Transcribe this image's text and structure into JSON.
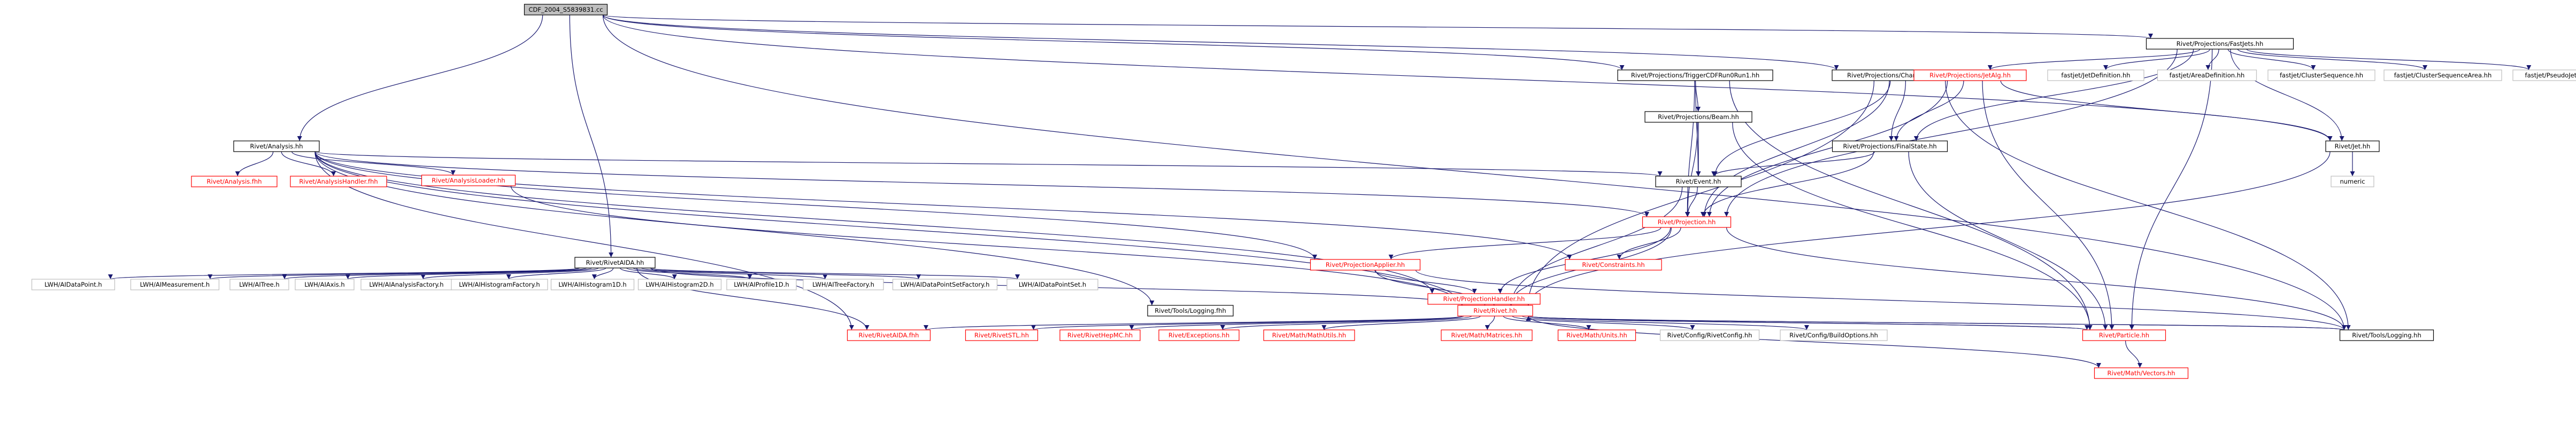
{
  "colors": {
    "edge": "#191970",
    "root_fill": "#bfbfbf",
    "root_border": "#000000",
    "documented_border": "#000000",
    "external_border": "#bfbfbf",
    "missing_border": "#ff0000",
    "missing_text": "#ff0000",
    "text": "#000000"
  },
  "nodes": [
    {
      "id": "root",
      "label": "CDF_2004_S5839831.cc",
      "kind": "root"
    },
    {
      "id": "fastjets",
      "label": "Rivet/Projections/FastJets.hh",
      "kind": "doc"
    },
    {
      "id": "aida",
      "label": "Rivet/RivetAIDA.hh",
      "kind": "doc"
    },
    {
      "id": "analysis",
      "label": "Rivet/Analysis.hh",
      "kind": "doc"
    },
    {
      "id": "trigger",
      "label": "Rivet/Projections/TriggerCDFRun0Run1.hh",
      "kind": "doc"
    },
    {
      "id": "chargedfs",
      "label": "Rivet/Projections/ChargedFinalState.hh",
      "kind": "doc"
    },
    {
      "id": "jetalg",
      "label": "Rivet/Projections/JetAlg.hh",
      "kind": "missing"
    },
    {
      "id": "jetdef",
      "label": "fastjet/JetDefinition.hh",
      "kind": "ext"
    },
    {
      "id": "areadef",
      "label": "fastjet/AreaDefinition.hh",
      "kind": "ext"
    },
    {
      "id": "clusterseq",
      "label": "fastjet/ClusterSequence.hh",
      "kind": "ext"
    },
    {
      "id": "clusterseqarea",
      "label": "fastjet/ClusterSequenceArea.hh",
      "kind": "ext"
    },
    {
      "id": "pseudojet",
      "label": "fastjet/PseudoJet.hh",
      "kind": "ext"
    },
    {
      "id": "beam",
      "label": "Rivet/Projections/Beam.hh",
      "kind": "doc"
    },
    {
      "id": "finalstate",
      "label": "Rivet/Projections/FinalState.hh",
      "kind": "doc"
    },
    {
      "id": "jet",
      "label": "Rivet/Jet.hh",
      "kind": "doc"
    },
    {
      "id": "numeric",
      "label": "numeric",
      "kind": "ext"
    },
    {
      "id": "analysisbase",
      "label": "Rivet/Analysis.fhh",
      "kind": "missing"
    },
    {
      "id": "analysishandler",
      "label": "Rivet/AnalysisHandler.fhh",
      "kind": "missing"
    },
    {
      "id": "event",
      "label": "Rivet/Event.hh",
      "kind": "doc"
    },
    {
      "id": "analysisloader",
      "label": "Rivet/AnalysisLoader.hh",
      "kind": "missing"
    },
    {
      "id": "projection",
      "label": "Rivet/Projection.hh",
      "kind": "missing"
    },
    {
      "id": "projapplier",
      "label": "Rivet/ProjectionApplier.hh",
      "kind": "missing"
    },
    {
      "id": "constraints",
      "label": "Rivet/Constraints.hh",
      "kind": "missing"
    },
    {
      "id": "projhandler",
      "label": "Rivet/ProjectionHandler.hh",
      "kind": "missing"
    },
    {
      "id": "toolslogfwd",
      "label": "Rivet/Tools/Logging.fhh",
      "kind": "doc"
    },
    {
      "id": "rivet",
      "label": "Rivet/Rivet.hh",
      "kind": "missing"
    },
    {
      "id": "aidapoint",
      "label": "LWH/AIDataPoint.h",
      "kind": "ext"
    },
    {
      "id": "aimeas",
      "label": "LWH/AIMeasurement.h",
      "kind": "ext"
    },
    {
      "id": "aitree",
      "label": "LWH/AITree.h",
      "kind": "ext"
    },
    {
      "id": "aiaxis",
      "label": "LWH/AIAxis.h",
      "kind": "ext"
    },
    {
      "id": "aianalysisfactory",
      "label": "LWH/AIAnalysisFactory.h",
      "kind": "ext"
    },
    {
      "id": "aihistfactory",
      "label": "LWH/AIHistogramFactory.h",
      "kind": "ext"
    },
    {
      "id": "aihist1d",
      "label": "LWH/AIHistogram1D.h",
      "kind": "ext"
    },
    {
      "id": "aihist2d",
      "label": "LWH/AIHistogram2D.h",
      "kind": "ext"
    },
    {
      "id": "aiprofile1d",
      "label": "LWH/AIProfile1D.h",
      "kind": "ext"
    },
    {
      "id": "aitreefactory",
      "label": "LWH/AITreeFactory.h",
      "kind": "ext"
    },
    {
      "id": "aidpsfactory",
      "label": "LWH/AIDataPointSetFactory.h",
      "kind": "ext"
    },
    {
      "id": "aidps",
      "label": "LWH/AIDataPointSet.h",
      "kind": "ext"
    },
    {
      "id": "rivetaidafhh",
      "label": "Rivet/RivetAIDA.fhh",
      "kind": "missing"
    },
    {
      "id": "rivetstl",
      "label": "Rivet/RivetSTL.hh",
      "kind": "missing"
    },
    {
      "id": "rivethepmc",
      "label": "Rivet/RivetHepMC.hh",
      "kind": "missing"
    },
    {
      "id": "exceptions",
      "label": "Rivet/Exceptions.hh",
      "kind": "missing"
    },
    {
      "id": "mathutils",
      "label": "Rivet/Math/MathUtils.hh",
      "kind": "missing"
    },
    {
      "id": "matrices",
      "label": "Rivet/Math/Matrices.hh",
      "kind": "missing"
    },
    {
      "id": "units",
      "label": "Rivet/Math/Units.hh",
      "kind": "missing"
    },
    {
      "id": "rivetconfig",
      "label": "Rivet/Config/RivetConfig.hh",
      "kind": "ext"
    },
    {
      "id": "buildoptions",
      "label": "Rivet/Config/BuildOptions.hh",
      "kind": "ext"
    },
    {
      "id": "particle",
      "label": "Rivet/Particle.hh",
      "kind": "missing"
    },
    {
      "id": "vectors",
      "label": "Rivet/Math/Vectors.hh",
      "kind": "missing"
    },
    {
      "id": "toolslog",
      "label": "Rivet/Tools/Logging.hh",
      "kind": "doc"
    }
  ],
  "edges": [
    [
      "root",
      "fastjets"
    ],
    [
      "root",
      "aida"
    ],
    [
      "root",
      "analysis"
    ],
    [
      "root",
      "trigger"
    ],
    [
      "root",
      "chargedfs"
    ],
    [
      "root",
      "toolslog"
    ],
    [
      "root",
      "jet"
    ],
    [
      "fastjets",
      "jetalg"
    ],
    [
      "fastjets",
      "jetdef"
    ],
    [
      "fastjets",
      "areadef"
    ],
    [
      "fastjets",
      "clusterseq"
    ],
    [
      "fastjets",
      "clusterseqarea"
    ],
    [
      "fastjets",
      "pseudojet"
    ],
    [
      "fastjets",
      "jet"
    ],
    [
      "fastjets",
      "particle"
    ],
    [
      "fastjets",
      "projection"
    ],
    [
      "fastjets",
      "finalstate"
    ],
    [
      "jetalg",
      "finalstate"
    ],
    [
      "jetalg",
      "jet"
    ],
    [
      "jetalg",
      "projection"
    ],
    [
      "jetalg",
      "particle"
    ],
    [
      "trigger",
      "beam"
    ],
    [
      "trigger",
      "event"
    ],
    [
      "trigger",
      "projection"
    ],
    [
      "trigger",
      "particle"
    ],
    [
      "chargedfs",
      "finalstate"
    ],
    [
      "chargedfs",
      "event"
    ],
    [
      "chargedfs",
      "projection"
    ],
    [
      "chargedfs",
      "rivet"
    ],
    [
      "chargedfs",
      "toolslog"
    ],
    [
      "finalstate",
      "projection"
    ],
    [
      "finalstate",
      "particle"
    ],
    [
      "finalstate",
      "event"
    ],
    [
      "beam",
      "event"
    ],
    [
      "beam",
      "projection"
    ],
    [
      "beam",
      "particle"
    ],
    [
      "jet",
      "numeric"
    ],
    [
      "jet",
      "rivet"
    ],
    [
      "analysis",
      "analysisbase"
    ],
    [
      "analysis",
      "analysishandler"
    ],
    [
      "analysis",
      "event"
    ],
    [
      "analysis",
      "analysisloader"
    ],
    [
      "analysis",
      "projection"
    ],
    [
      "analysis",
      "projapplier"
    ],
    [
      "analysis",
      "constraints"
    ],
    [
      "analysis",
      "projhandler"
    ],
    [
      "analysis",
      "toolslogfwd"
    ],
    [
      "analysis",
      "rivet"
    ],
    [
      "analysis",
      "rivetaidafhh"
    ],
    [
      "analysisloader",
      "rivet"
    ],
    [
      "event",
      "projection"
    ],
    [
      "event",
      "rivet"
    ],
    [
      "projection",
      "projapplier"
    ],
    [
      "projection",
      "constraints"
    ],
    [
      "projection",
      "projhandler"
    ],
    [
      "projection",
      "rivet"
    ],
    [
      "projection",
      "toolslog"
    ],
    [
      "projapplier",
      "projhandler"
    ],
    [
      "projapplier",
      "rivet"
    ],
    [
      "projapplier",
      "toolslog"
    ],
    [
      "projhandler",
      "rivet"
    ],
    [
      "aida",
      "rivet"
    ],
    [
      "aida",
      "aidapoint"
    ],
    [
      "aida",
      "aimeas"
    ],
    [
      "aida",
      "aitree"
    ],
    [
      "aida",
      "aiaxis"
    ],
    [
      "aida",
      "aianalysisfactory"
    ],
    [
      "aida",
      "aihistfactory"
    ],
    [
      "aida",
      "aihist1d"
    ],
    [
      "aida",
      "aihist2d"
    ],
    [
      "aida",
      "aiprofile1d"
    ],
    [
      "aida",
      "aitreefactory"
    ],
    [
      "aida",
      "aidpsfactory"
    ],
    [
      "aida",
      "aidps"
    ],
    [
      "aida",
      "rivetaidafhh"
    ],
    [
      "rivet",
      "rivetaidafhh"
    ],
    [
      "rivet",
      "rivetstl"
    ],
    [
      "rivet",
      "rivethepmc"
    ],
    [
      "rivet",
      "exceptions"
    ],
    [
      "rivet",
      "mathutils"
    ],
    [
      "rivet",
      "matrices"
    ],
    [
      "rivet",
      "units"
    ],
    [
      "rivet",
      "rivetconfig"
    ],
    [
      "rivet",
      "buildoptions"
    ],
    [
      "rivet",
      "particle"
    ],
    [
      "rivet",
      "toolslog"
    ],
    [
      "rivet",
      "vectors"
    ],
    [
      "particle",
      "rivet"
    ],
    [
      "particle",
      "vectors"
    ],
    [
      "toolslog",
      "rivet"
    ]
  ]
}
